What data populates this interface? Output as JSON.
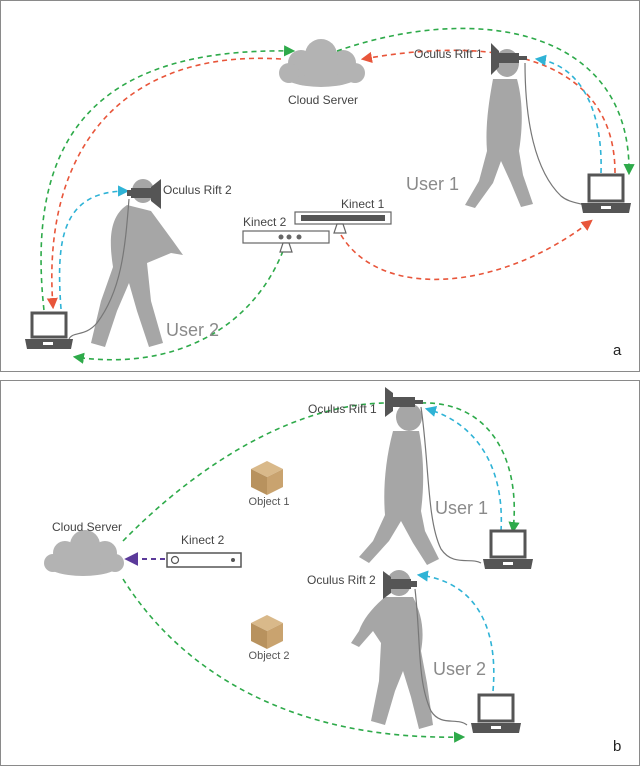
{
  "panel_a": {
    "letter": "a",
    "cloud_label": "Cloud Server",
    "rift1_label": "Oculus Rift 1",
    "rift2_label": "Oculus Rift 2",
    "kinect1_label": "Kinect 1",
    "kinect2_label": "Kinect 2",
    "user1_label": "User 1",
    "user2_label": "User 2"
  },
  "panel_b": {
    "letter": "b",
    "cloud_label": "Cloud Server",
    "rift1_label": "Oculus Rift 1",
    "rift2_label": "Oculus Rift 2",
    "kinect2_label": "Kinect 2",
    "user1_label": "User 1",
    "user2_label": "User 2",
    "object1_label": "Object 1",
    "object2_label": "Object 2"
  },
  "colors": {
    "green_arrow": "#2eaa4a",
    "red_arrow": "#e8553a",
    "blue_arrow": "#2fb3d6",
    "purple_arrow": "#5b3a9a",
    "silhouette": "#a6a6a6",
    "cloud": "#b3b3b3",
    "device": "#555555"
  }
}
